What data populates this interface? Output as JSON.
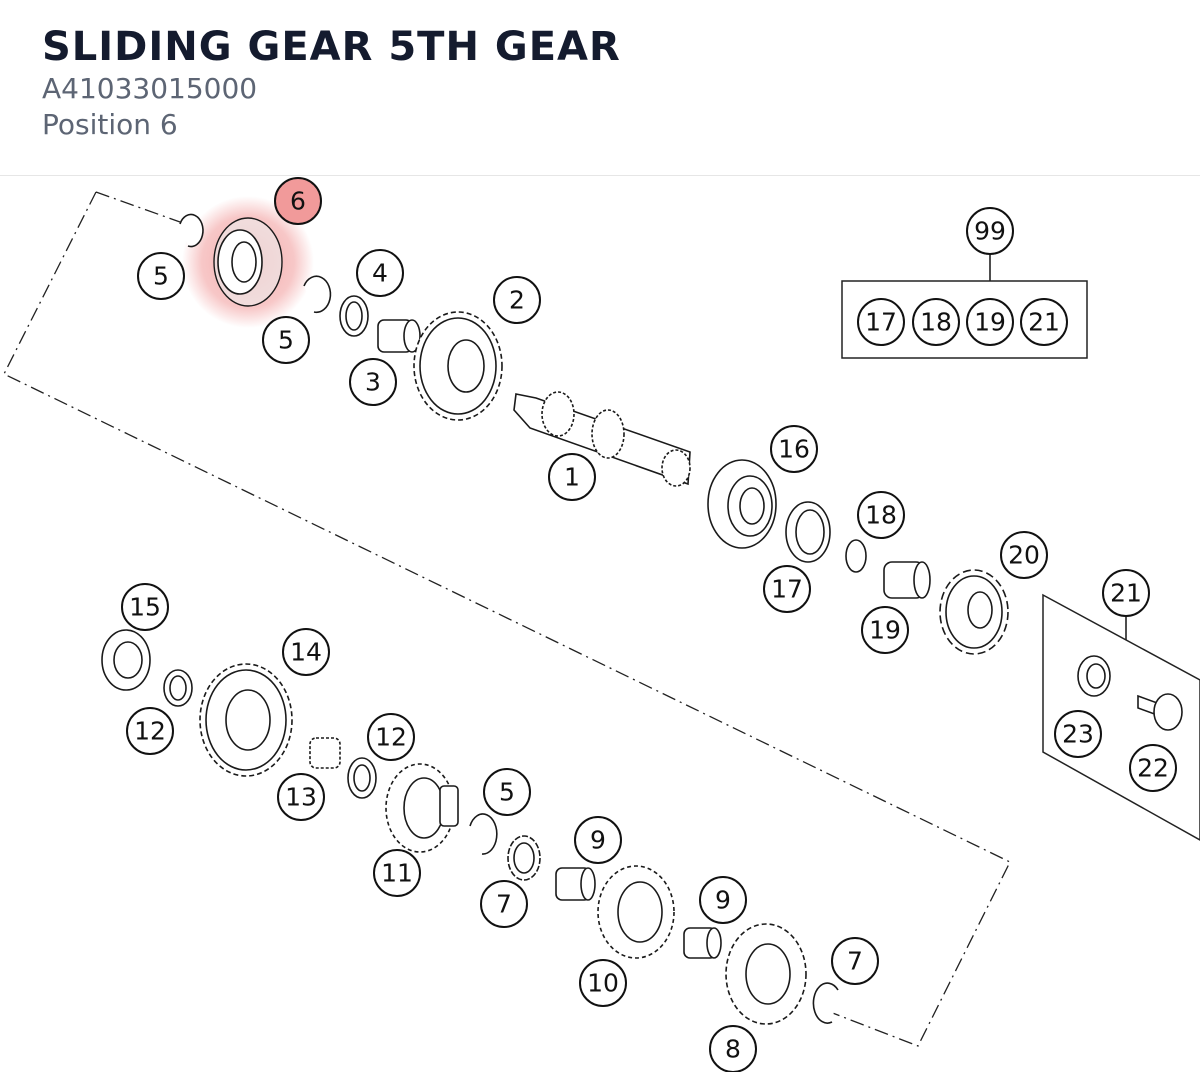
{
  "header": {
    "title": "SLIDING GEAR 5TH GEAR",
    "part_number": "A41033015000",
    "position": "Position 6"
  },
  "diagram": {
    "highlight_color": "#f19a9a",
    "callouts": [
      {
        "id": "c6a",
        "label": "6",
        "highlight": true
      },
      {
        "id": "c5a",
        "label": "5"
      },
      {
        "id": "c5b",
        "label": "5"
      },
      {
        "id": "c4",
        "label": "4"
      },
      {
        "id": "c3",
        "label": "3"
      },
      {
        "id": "c2",
        "label": "2"
      },
      {
        "id": "c1",
        "label": "1"
      },
      {
        "id": "c99",
        "label": "99"
      },
      {
        "id": "c17a",
        "label": "17"
      },
      {
        "id": "c18a",
        "label": "18"
      },
      {
        "id": "c19a",
        "label": "19"
      },
      {
        "id": "c21a",
        "label": "21"
      },
      {
        "id": "c16",
        "label": "16"
      },
      {
        "id": "c18b",
        "label": "18"
      },
      {
        "id": "c17b",
        "label": "17"
      },
      {
        "id": "c20",
        "label": "20"
      },
      {
        "id": "c19b",
        "label": "19"
      },
      {
        "id": "c21b",
        "label": "21"
      },
      {
        "id": "c23",
        "label": "23"
      },
      {
        "id": "c22",
        "label": "22"
      },
      {
        "id": "c15",
        "label": "15"
      },
      {
        "id": "c14",
        "label": "14"
      },
      {
        "id": "c12a",
        "label": "12"
      },
      {
        "id": "c12b",
        "label": "12"
      },
      {
        "id": "c13",
        "label": "13"
      },
      {
        "id": "c11",
        "label": "11"
      },
      {
        "id": "c5c",
        "label": "5"
      },
      {
        "id": "c9a",
        "label": "9"
      },
      {
        "id": "c7a",
        "label": "7"
      },
      {
        "id": "c10",
        "label": "10"
      },
      {
        "id": "c9b",
        "label": "9"
      },
      {
        "id": "c7b",
        "label": "7"
      },
      {
        "id": "c8",
        "label": "8"
      }
    ]
  }
}
